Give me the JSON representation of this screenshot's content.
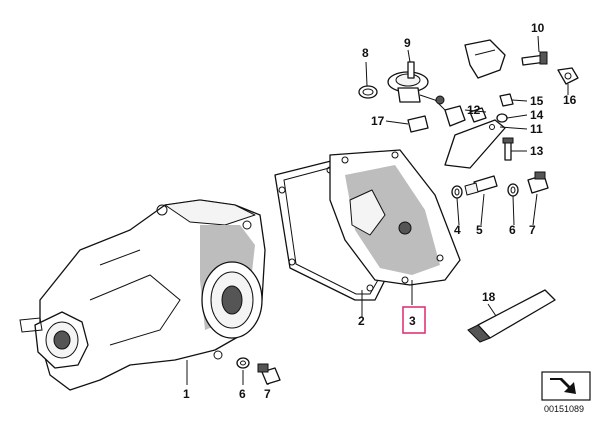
{
  "callouts": {
    "c1": "1",
    "c2": "2",
    "c3": "3",
    "c4": "4",
    "c5": "5",
    "c6": "6",
    "c7a": "7",
    "c7b": "7",
    "c6b": "6",
    "c8": "8",
    "c9": "9",
    "c10": "10",
    "c11": "11",
    "c12": "12",
    "c13": "13",
    "c14": "14",
    "c15": "15",
    "c16": "16",
    "c17": "17",
    "c18": "18"
  },
  "highlighted_part": "3",
  "highlight_color": "#e0357a",
  "reference_number": "00151089",
  "nav_icon": "arrow-down-right-icon"
}
